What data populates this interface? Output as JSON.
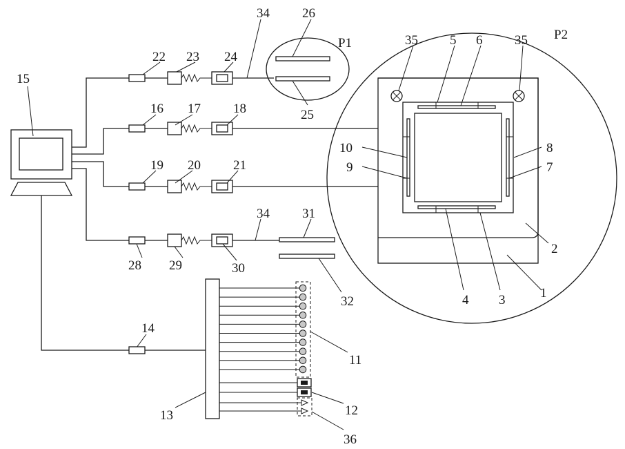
{
  "labels": {
    "l1": "1",
    "l2": "2",
    "l3": "3",
    "l4": "4",
    "l5": "5",
    "l6": "6",
    "l7": "7",
    "l8": "8",
    "l9": "9",
    "l10": "10",
    "l11": "11",
    "l12": "12",
    "l13": "13",
    "l14": "14",
    "l15": "15",
    "l16": "16",
    "l17": "17",
    "l18": "18",
    "l19": "19",
    "l20": "20",
    "l21": "21",
    "l22": "22",
    "l23": "23",
    "l24": "24",
    "l25": "25",
    "l26": "26",
    "l28": "28",
    "l29": "29",
    "l30": "30",
    "l31": "31",
    "l32": "32",
    "l34a": "34",
    "l34b": "34",
    "l35a": "35",
    "l35b": "35",
    "l36": "36",
    "p1": "P1",
    "p2": "P2"
  },
  "colors": {
    "stroke": "#1a1a1a",
    "background": "#ffffff",
    "led_fill": "#c8c8c8"
  },
  "components": {
    "computer": "monitor-with-stand",
    "leds": 10,
    "switches": 2,
    "buzzers": 2
  }
}
